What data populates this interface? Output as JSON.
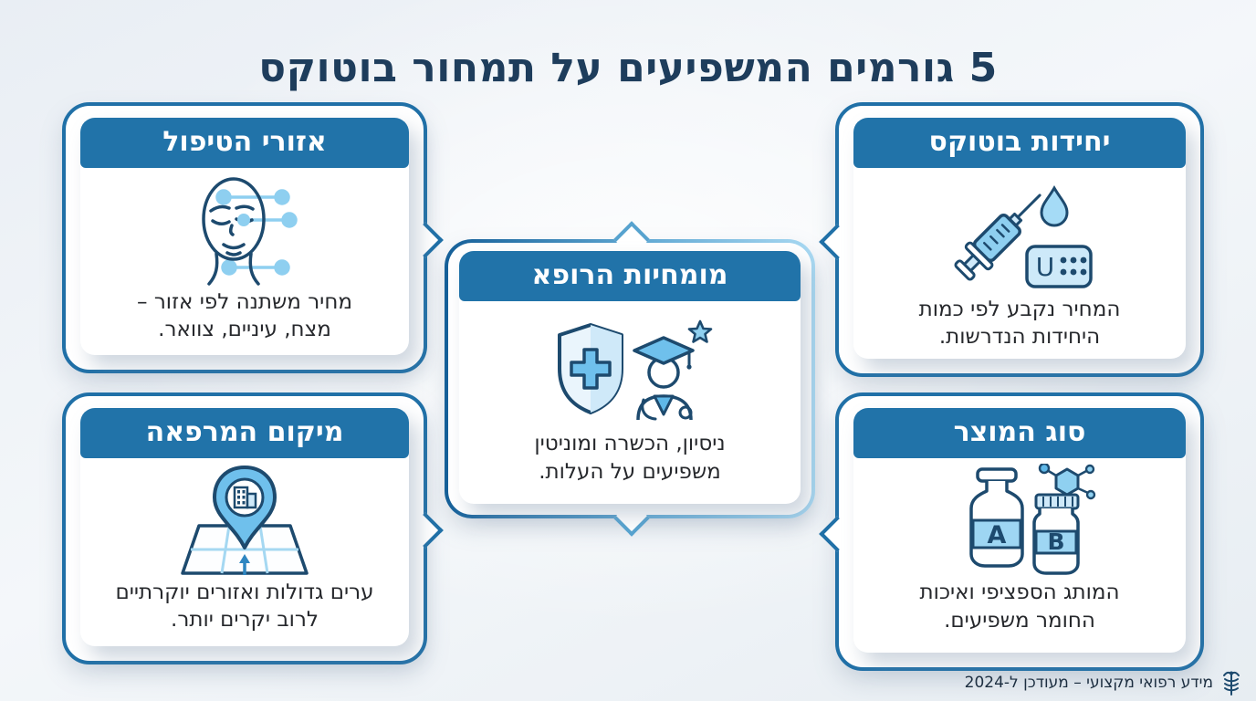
{
  "title": "5 גורמים המשפיעים על תמחור בוטוקס",
  "cards": [
    {
      "id": "treatment-areas",
      "header": "אזורי הטיפול",
      "body": "מחיר משתנה לפי אזור – מצח, עיניים, צוואר.",
      "icon": "face-injection-points-icon"
    },
    {
      "id": "botox-units",
      "header": "יחידות בוטוקס",
      "body": "המחיר נקבע לפי כמות היחידות הנדרשות.",
      "icon": "syringe-units-icon",
      "unit_label": "U"
    },
    {
      "id": "doctor-expertise",
      "header": "מומחיות הרופא",
      "body": "ניסיון, הכשרה ומוניטין משפיעים על העלות.",
      "icon": "shield-doctor-icon"
    },
    {
      "id": "clinic-location",
      "header": "מיקום המרפאה",
      "body": "ערים גדולות ואזורים יוקרתיים לרוב יקרים יותר.",
      "icon": "map-pin-building-icon"
    },
    {
      "id": "product-type",
      "header": "סוג המוצר",
      "body": "המותג הספציפי ואיכות החומר משפיעים.",
      "icon": "vials-molecule-icon",
      "vial_a_label": "A",
      "vial_b_label": "B"
    }
  ],
  "footer": {
    "text": "מידע רפואי מקצועי – מעודכן ל-2024",
    "icon": "caduceus-icon"
  },
  "colors": {
    "banner_blue": "#2173a9",
    "border_blue": "#2070a7",
    "border_light_blue": "#a9d9f2",
    "title_navy": "#1e3d5c",
    "icon_line_navy": "#1d4a6e",
    "icon_fill_light": "#8ecff0",
    "body_text": "#26282c"
  }
}
